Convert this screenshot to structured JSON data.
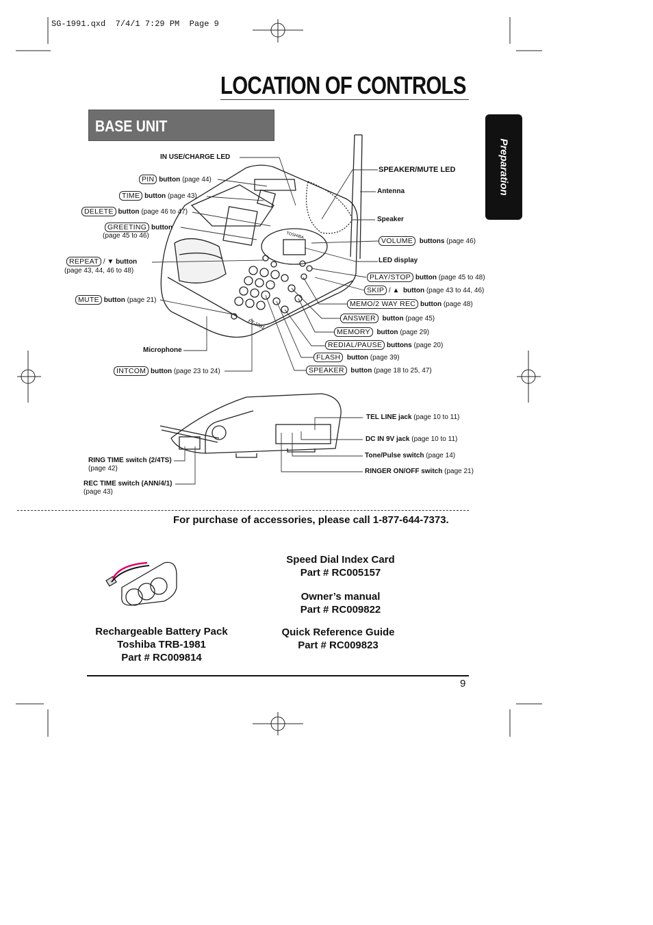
{
  "header_file": "SG-1991.qxd  7/4/1 7:29 PM  Page 9",
  "title": "LOCATION OF CONTROLS",
  "section": "BASE UNIT",
  "side_tab": "Preparation",
  "labels": {
    "in_use": "IN USE/CHARGE LED",
    "pin_box": "PIN",
    "pin_btn": "button",
    "pin_pg": "(page 44)",
    "time_box": "TIME",
    "time_btn": "button",
    "time_pg": "(page 43)",
    "delete_box": "DELETE",
    "delete_btn": "button",
    "delete_pg": "(page 46 to 47)",
    "greeting_box": "GREETING",
    "greeting_btn": "button",
    "greeting_pg": "(page 45 to 46)",
    "repeat_box": "REPEAT",
    "repeat_btn": "button",
    "repeat_pg": "(page 43, 44, 46 to 48)",
    "mute_box": "MUTE",
    "mute_btn": "button",
    "mute_pg": "(page 21)",
    "microphone": "Microphone",
    "intcom_box": "INTCOM",
    "intcom_btn": "button",
    "intcom_pg": "(page 23 to 24)",
    "speaker_led": "SPEAKER/MUTE LED",
    "antenna": "Antenna",
    "speaker": "Speaker",
    "volume_box": "VOLUME",
    "volume_btn": "buttons",
    "volume_pg": "(page 46)",
    "led_display": "LED display",
    "play_box": "PLAY/STOP",
    "play_btn": "button",
    "play_pg": "(page 45 to 48)",
    "skip_box": "SKIP",
    "skip_btn": "button",
    "skip_pg": "(page 43 to 44, 46)",
    "memo_box": "MEMO/2 WAY REC",
    "memo_btn": "button",
    "memo_pg": "(page 48)",
    "answer_box": "ANSWER",
    "answer_btn": "button",
    "answer_pg": "(page 45)",
    "memory_box": "MEMORY",
    "memory_btn": "button",
    "memory_pg": "(page 29)",
    "redial_box": "REDIAL/PAUSE",
    "redial_btn": "buttons",
    "redial_pg": "(page 20)",
    "flash_box": "FLASH",
    "flash_btn": "button",
    "flash_pg": "(page 39)",
    "speaker_box": "SPEAKER",
    "speaker_btn": "button",
    "speaker_pg": "(page 18 to 25, 47)",
    "tel_line": "TEL LINE jack",
    "tel_line_pg": "(page 10 to 11)",
    "dc_in": "DC IN 9V jack",
    "dc_in_pg": "(page 10 to 11)",
    "tone": "Tone/Pulse switch",
    "tone_pg": "(page 14)",
    "ringer": "RINGER ON/OFF switch",
    "ringer_pg": "(page 21)",
    "ring_time": "RING TIME switch (2/4TS)",
    "ring_time_pg": "(page 42)",
    "rec_time": "REC TIME switch (ANN/4/1)",
    "rec_time_pg": "(page 43)",
    "slash": "/",
    "brand": "TOSHIBA",
    "model": "FT-1981"
  },
  "purchase": "For purchase of accessories, please call 1-877-644-7373.",
  "accessories": {
    "battery": [
      "Rechargeable Battery Pack",
      "Toshiba TRB-1981",
      "Part # RC009814"
    ],
    "speed_dial": [
      "Speed Dial Index Card",
      "Part # RC005157"
    ],
    "manual": [
      "Owner’s manual",
      "Part # RC009822"
    ],
    "quick_ref": [
      "Quick Reference Guide",
      "Part # RC009823"
    ]
  },
  "page_number": "9"
}
